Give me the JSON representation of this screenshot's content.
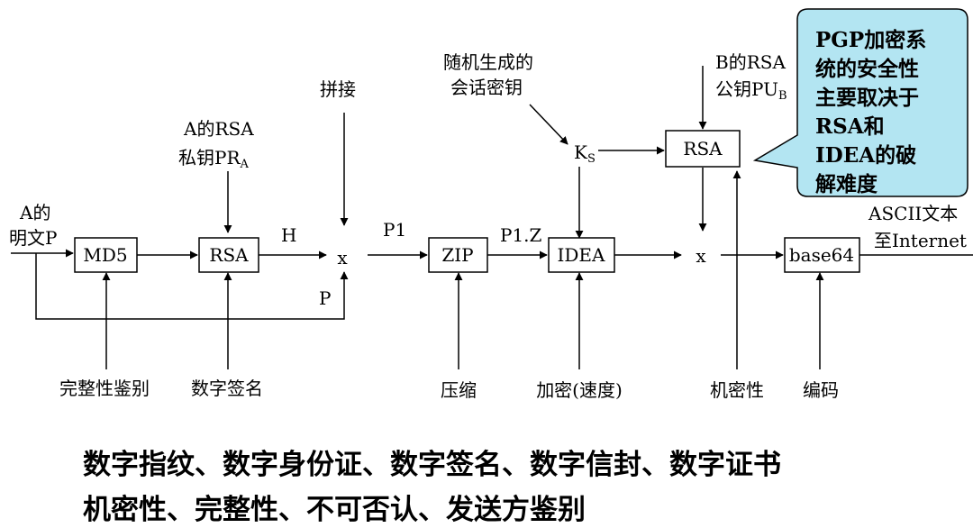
{
  "diagram": {
    "input_label": [
      "A的",
      "明文P"
    ],
    "boxes": {
      "md5": "MD5",
      "rsa_sign": "RSA",
      "zip": "ZIP",
      "idea": "IDEA",
      "rsa_key": "RSA",
      "base64": "base64"
    },
    "junction_symbol": "x",
    "signals": {
      "h": "H",
      "p": "P",
      "p1": "P1",
      "p1z": "P1.Z",
      "ks_main": "K",
      "ks_sub": "S"
    },
    "top_labels": {
      "concat": "拼接",
      "private_key": [
        "A的RSA",
        "私钥PR",
        "A"
      ],
      "session_key": [
        "随机生成的",
        "会话密钥"
      ],
      "public_key": [
        "B的RSA",
        "公钥PU",
        "B"
      ]
    },
    "output_label": [
      "ASCII文本",
      "至Internet"
    ],
    "bottom_labels": {
      "integrity": "完整性鉴别",
      "signature": "数字签名",
      "compress": "压缩",
      "encrypt": "加密(速度)",
      "confidentiality": "机密性",
      "encoding": "编码"
    },
    "callout": [
      {
        "bold": "PGP",
        "rest": "加密系"
      },
      {
        "bold": "",
        "rest": "统的安全性"
      },
      {
        "bold": "",
        "rest": "主要取决于"
      },
      {
        "bold": "RSA",
        "rest": "和"
      },
      {
        "bold": "IDEA",
        "rest": "的破"
      },
      {
        "bold": "",
        "rest": "解难度"
      }
    ],
    "callout_fill": "#b3e5f2"
  },
  "bottom_text": {
    "line1": "数字指纹、数字身份证、数字签名、数字信封、数字证书",
    "line2": "机密性、完整性、不可否认、发送方鉴别"
  }
}
